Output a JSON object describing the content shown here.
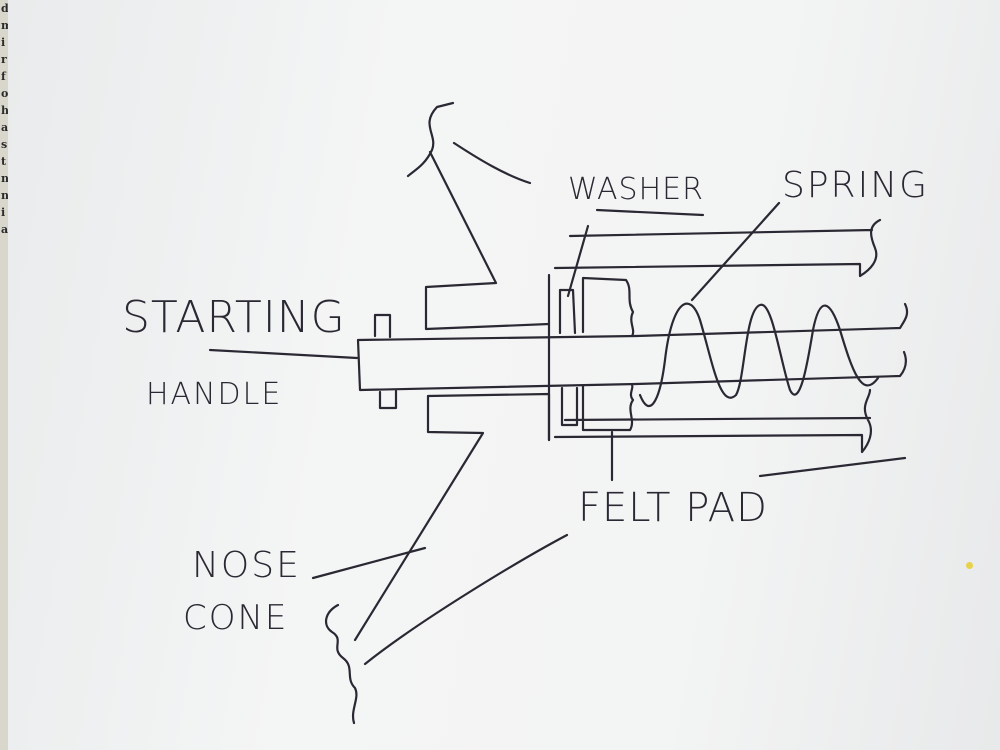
{
  "labels": {
    "starting": "STARTING",
    "handle": "HANDLE",
    "washer": "WASHER",
    "spring": "SPRING",
    "felt_pad": "FELT PAD",
    "nose": "NOSE",
    "cone": "CONE"
  },
  "colors": {
    "ink": "#2a2833",
    "paper": "#f3f4f4",
    "background": "#9aa3a6"
  }
}
